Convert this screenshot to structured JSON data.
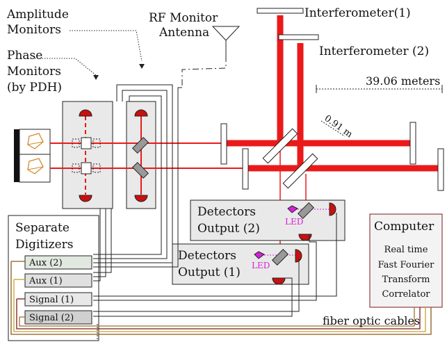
{
  "labels": {
    "amplitude_monitors": [
      "Amplitude",
      "Monitors"
    ],
    "phase_monitors": [
      "Phase",
      "Monitors",
      "(by PDH)"
    ],
    "rf_monitor": [
      "RF Monitor",
      "Antenna"
    ],
    "interferometer_1": "Interferometer(1)",
    "interferometer_2": "Interferometer (2)",
    "arm_length": "39.06 meters",
    "separation": "0.91 m",
    "separate_digitizers": [
      "Separate",
      "Digitizers"
    ],
    "detectors_output_2": [
      "Detectors",
      "Output (2)"
    ],
    "detectors_output_1": [
      "Detectors",
      "Output (1)"
    ],
    "led": "LED",
    "computer_title": "Computer",
    "computer_desc": [
      "Real time",
      "Fast Fourier",
      "Transform",
      "Correlator"
    ],
    "fiber_optic_cables": "fiber optic cables"
  },
  "digitizer_channels": [
    "Aux (2)",
    "Aux (1)",
    "Signal (1)",
    "Signal (2)"
  ],
  "colors": {
    "beam": "#ea1a1a",
    "panel": "#e9e9e9",
    "led": "#d81fd8",
    "fiber_a": "#8a5a1a",
    "fiber_b": "#c9a227",
    "fiber_c": "#7a1a1a"
  }
}
